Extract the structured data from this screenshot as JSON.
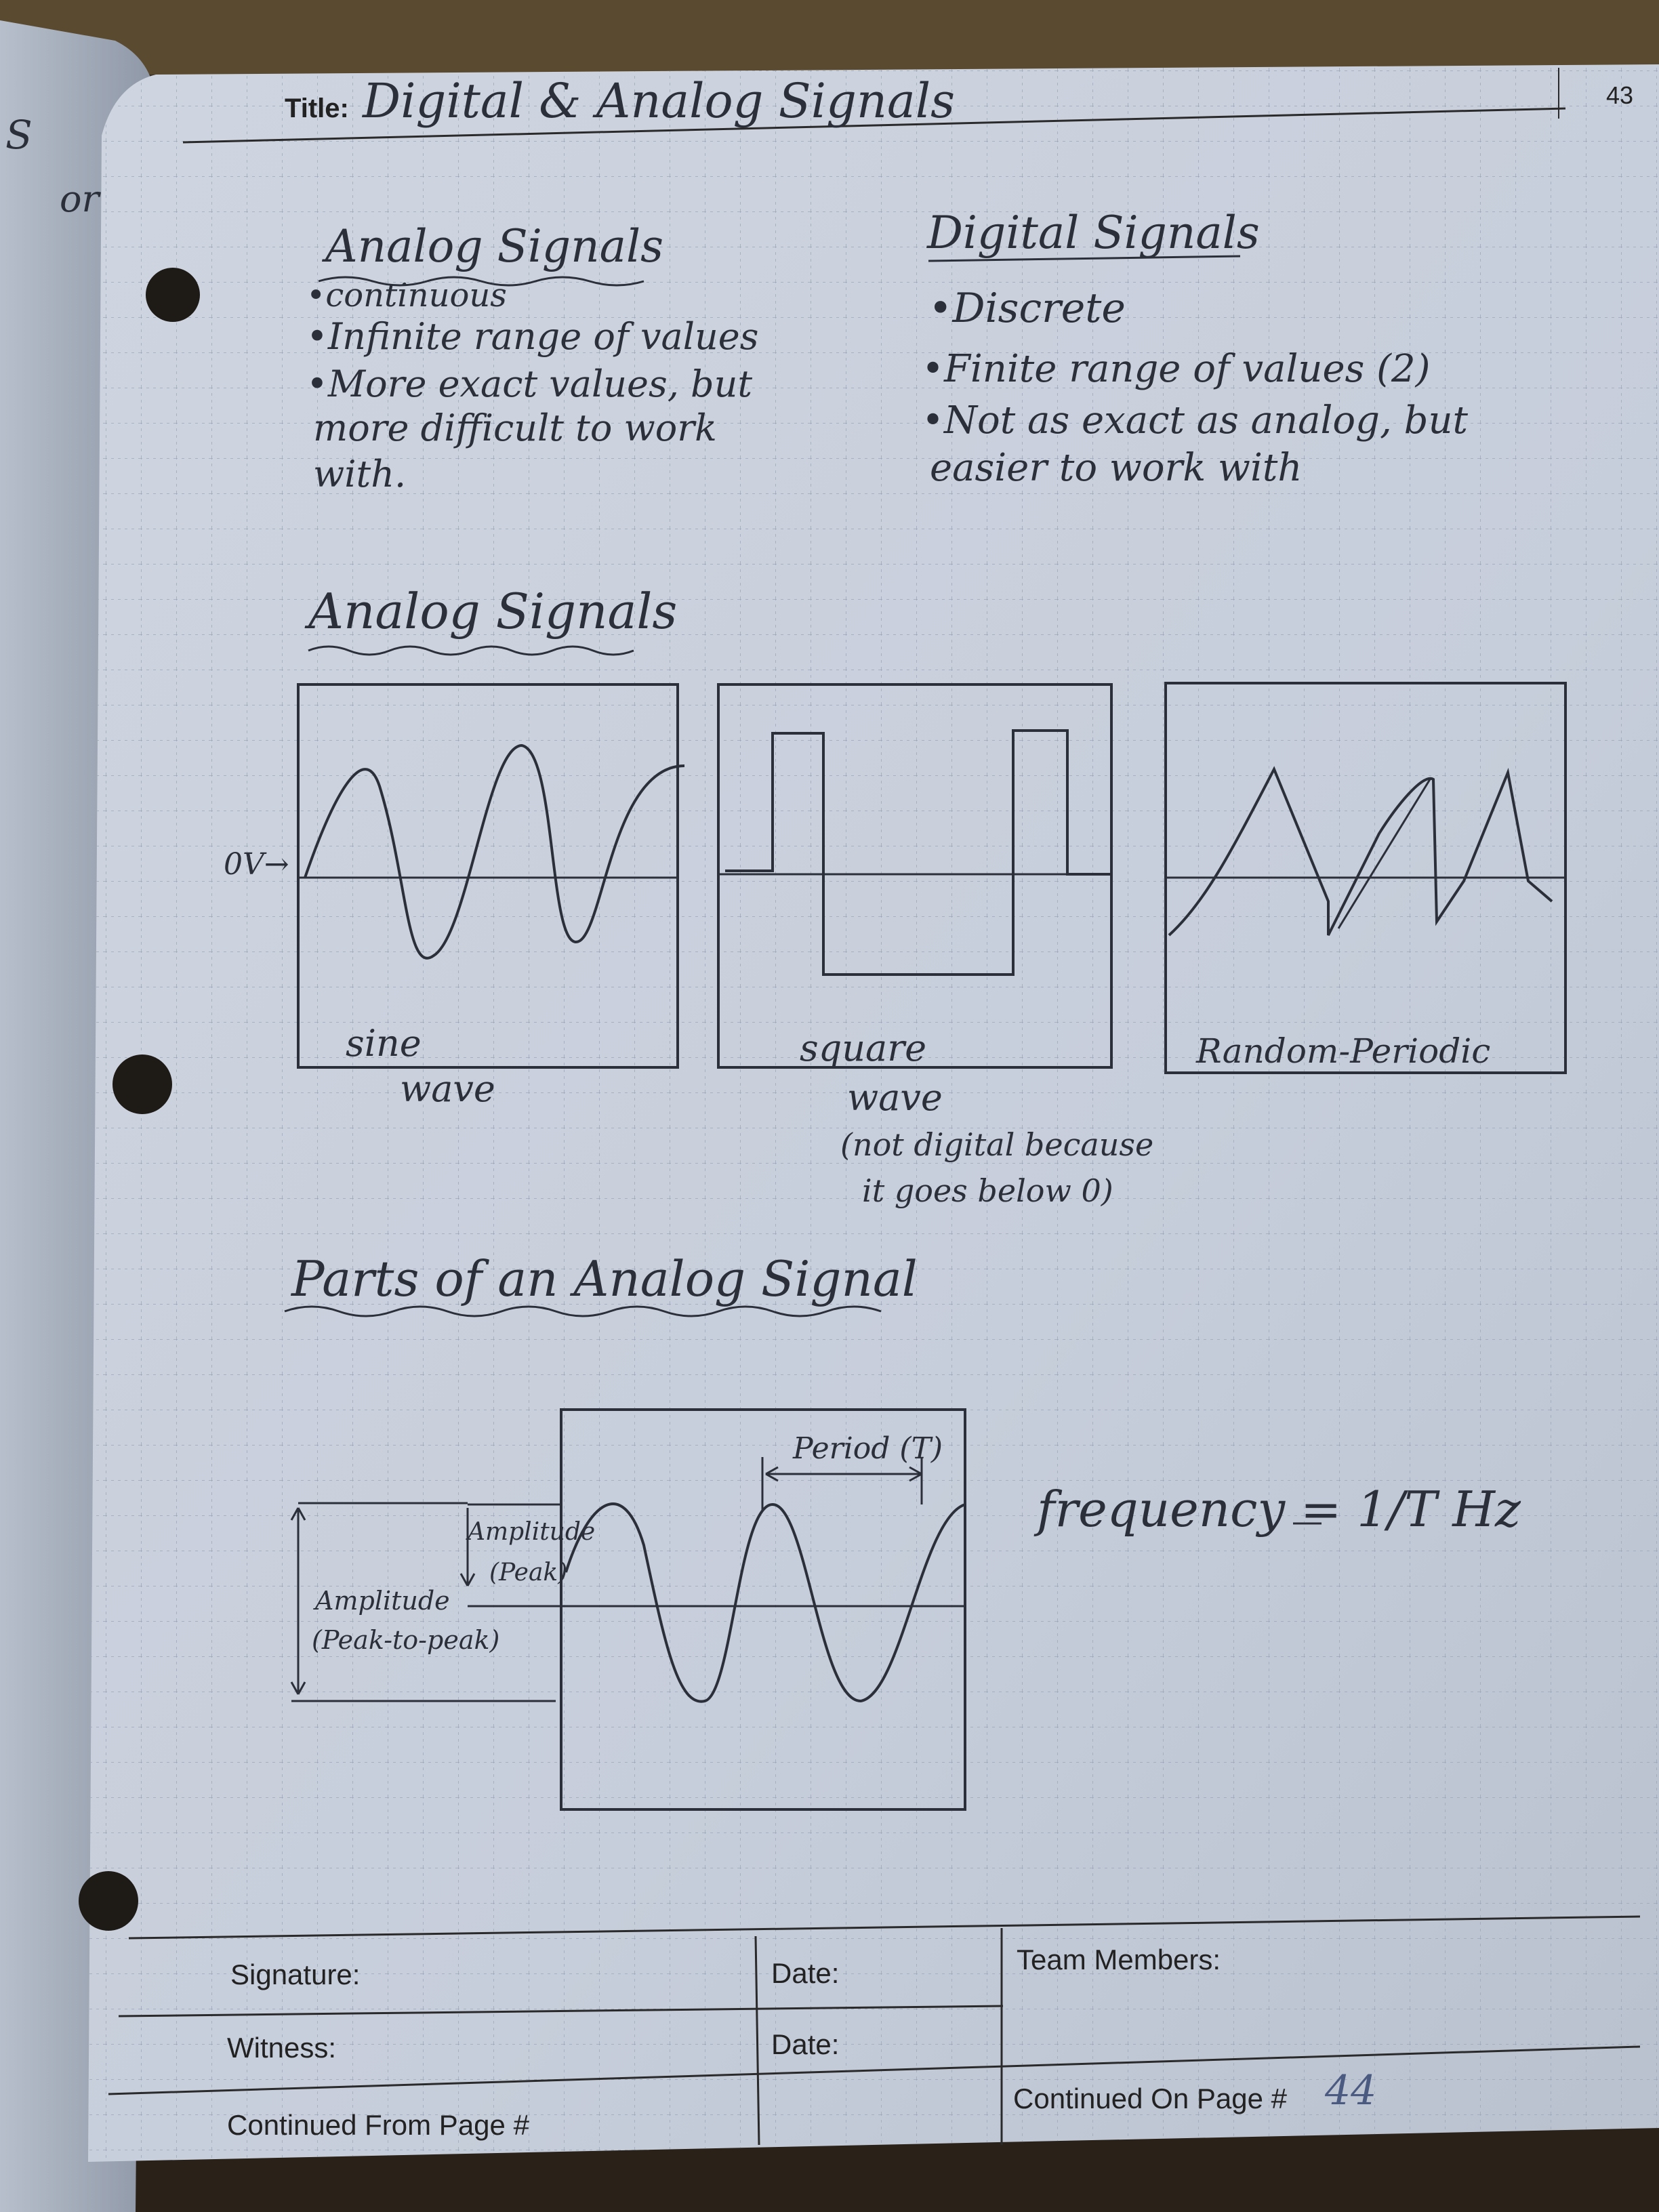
{
  "page": {
    "title_label": "Title:",
    "title": "Digital & Analog Signals",
    "page_number": "43"
  },
  "left_margin": {
    "s_fragment": "S",
    "or_fragment": "or"
  },
  "analog_notes": {
    "heading": "Analog Signals",
    "bullets": [
      "•continuous",
      "•Infinite range of values",
      "•More exact values, but",
      "more difficult to work",
      "with."
    ]
  },
  "digital_notes": {
    "heading": "Digital Signals",
    "bullets": [
      "•Discrete",
      "•Finite range of values (2)",
      "•Not as exact as analog, but",
      "easier to work with"
    ]
  },
  "analog_section": {
    "heading": "Analog Signals",
    "zero_label": "0V→",
    "sine_label_1": "sine",
    "sine_label_2": "wave",
    "square_label_1": "square",
    "square_label_2": "wave",
    "square_note_1": "(not digital because",
    "square_note_2": "it goes below 0)",
    "random_label": "Random-Periodic"
  },
  "parts_section": {
    "heading": "Parts of an Analog Signal",
    "period_label": "Period (T)",
    "amp_peak_1": "Amplitude",
    "amp_peak_2": "(Peak)",
    "amp_p2p_1": "Amplitude",
    "amp_p2p_2": "(Peak-to-peak)",
    "frequency_formula": "frequency = 1/T Hz"
  },
  "footer": {
    "signature_label": "Signature:",
    "date_label_1": "Date:",
    "team_members_label": "Team Members:",
    "witness_label": "Witness:",
    "date_label_2": "Date:",
    "continued_from_label": "Continued From Page #",
    "continued_on_label": "Continued On Page #",
    "continued_on_value": "44"
  },
  "colors": {
    "paper": "#c9cfdb",
    "grid": "#9aa6b8",
    "ink": "#2b2f3a",
    "background_fabric": "#3a2f24"
  }
}
